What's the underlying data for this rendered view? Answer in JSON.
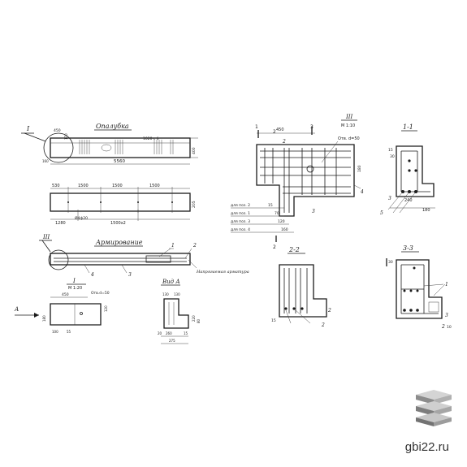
{
  "views": {
    "formwork_title": "Опалубка",
    "reinforcement_title": "Армирование",
    "node_iii_title": "III",
    "node_iii_scale": "М 1:10",
    "node_i_title": "I",
    "node_i_scale": "М 1:20",
    "view_a_title": "Вид А",
    "section_11": "1-1",
    "section_22": "2-2",
    "section_33": "3-3"
  },
  "callouts": {
    "node_i": "I",
    "node_iii": "III",
    "arrow_a": "А"
  },
  "dims": {
    "total_len": "5560",
    "d450": "450",
    "d170": "170",
    "d400": "400",
    "d160": "160",
    "hole": "1020 с б",
    "d530": "530",
    "d1500a": "1500",
    "d1500b": "1500",
    "d1500c": "1500",
    "d1280": "1280",
    "d1500x2": "1500х2",
    "d205": "205",
    "plan_note": "Ø4ф20",
    "node_450": "450",
    "otv1": "Отв.d=50",
    "d120a": "120",
    "d180a": "180",
    "d100": "100",
    "d55a": "55",
    "view_130": "130",
    "view_130b": "130",
    "view_220": "220",
    "view_15": "15",
    "view_260": "260",
    "view_275": "275",
    "view_80": "80",
    "view_20": "20",
    "iii_450": "450",
    "iii_otv": "Отв. d=50",
    "iii_180": "180",
    "p2": "для поз. 2",
    "p1": "для поз. 1",
    "p3": "для поз. 3",
    "p4": "для поз. 4",
    "v15": "15",
    "v70": "70",
    "v120": "120",
    "v160": "160",
    "s11_240": "240",
    "s11_180": "180",
    "s11_15": "15",
    "s11_30": "30",
    "s33_30": "30",
    "s33_10": "10"
  },
  "reinforcement_note": "Напрягаемая арматура",
  "positions": [
    "1",
    "2",
    "3",
    "4",
    "5"
  ],
  "brand": {
    "domain": "gbi22.ru"
  }
}
